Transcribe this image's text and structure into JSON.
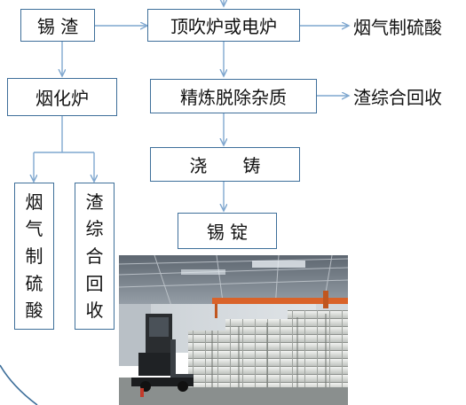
{
  "flow": {
    "tin_dross": "锡 渣",
    "fuming_furnace": "烟化炉",
    "fume_acid_v": [
      "烟",
      "气",
      "制",
      "硫",
      "酸"
    ],
    "slag_recovery_v": [
      "渣",
      "综",
      "合",
      "回",
      "收"
    ],
    "top_blown_furnace": "顶吹炉或电炉",
    "fume_acid_output": "烟气制硫酸",
    "refining": "精炼脱除杂质",
    "slag_recovery_output": "渣综合回收",
    "casting": "浇　　铸",
    "tin_ingot": "锡 锭"
  },
  "colors": {
    "box_border": "#3e6f9a",
    "arrow": "#7fa7cf"
  },
  "image": {
    "subject": "warehouse-with-stacked-tin-ingots-and-forklift"
  }
}
